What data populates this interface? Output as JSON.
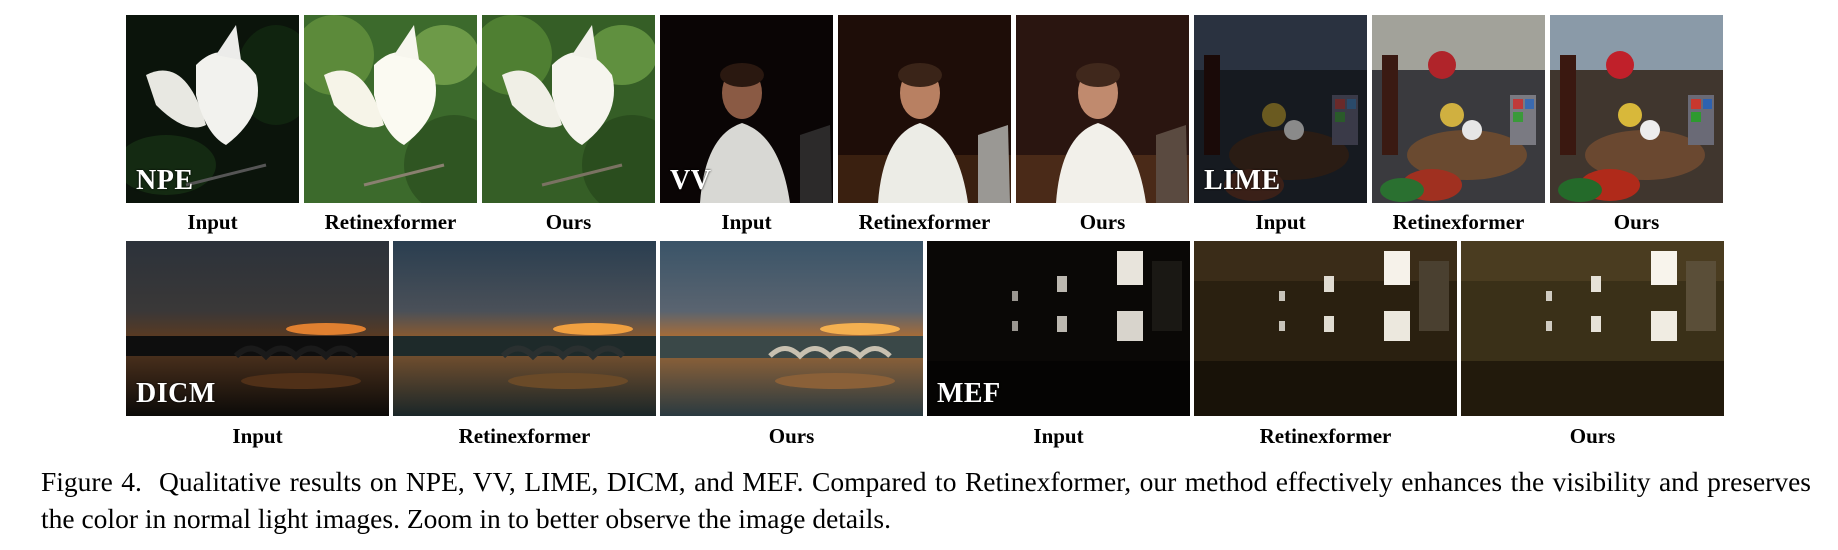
{
  "figure": {
    "row1": {
      "groups": [
        {
          "dataset": "NPE",
          "captions": [
            "Input",
            "Retinexformer",
            "Ours"
          ]
        },
        {
          "dataset": "VV",
          "captions": [
            "Input",
            "Retinexformer",
            "Ours"
          ]
        },
        {
          "dataset": "LIME",
          "captions": [
            "Input",
            "Retinexformer",
            "Ours"
          ]
        }
      ]
    },
    "row2": {
      "groups": [
        {
          "dataset": "DICM",
          "captions": [
            "Input",
            "Retinexformer",
            "Ours"
          ]
        },
        {
          "dataset": "MEF",
          "captions": [
            "Input",
            "Retinexformer",
            "Ours"
          ]
        }
      ]
    },
    "caption": {
      "label": "Figure 4.",
      "text": "Qualitative results on NPE, VV, LIME, DICM, and MEF. Compared to Retinexformer, our method effectively enhances the visibility and preserves the color in normal light images. Zoom in to better observe the image details."
    }
  },
  "colors": {
    "background": "#ffffff",
    "text": "#000000",
    "overlay_label": "#ffffff"
  }
}
